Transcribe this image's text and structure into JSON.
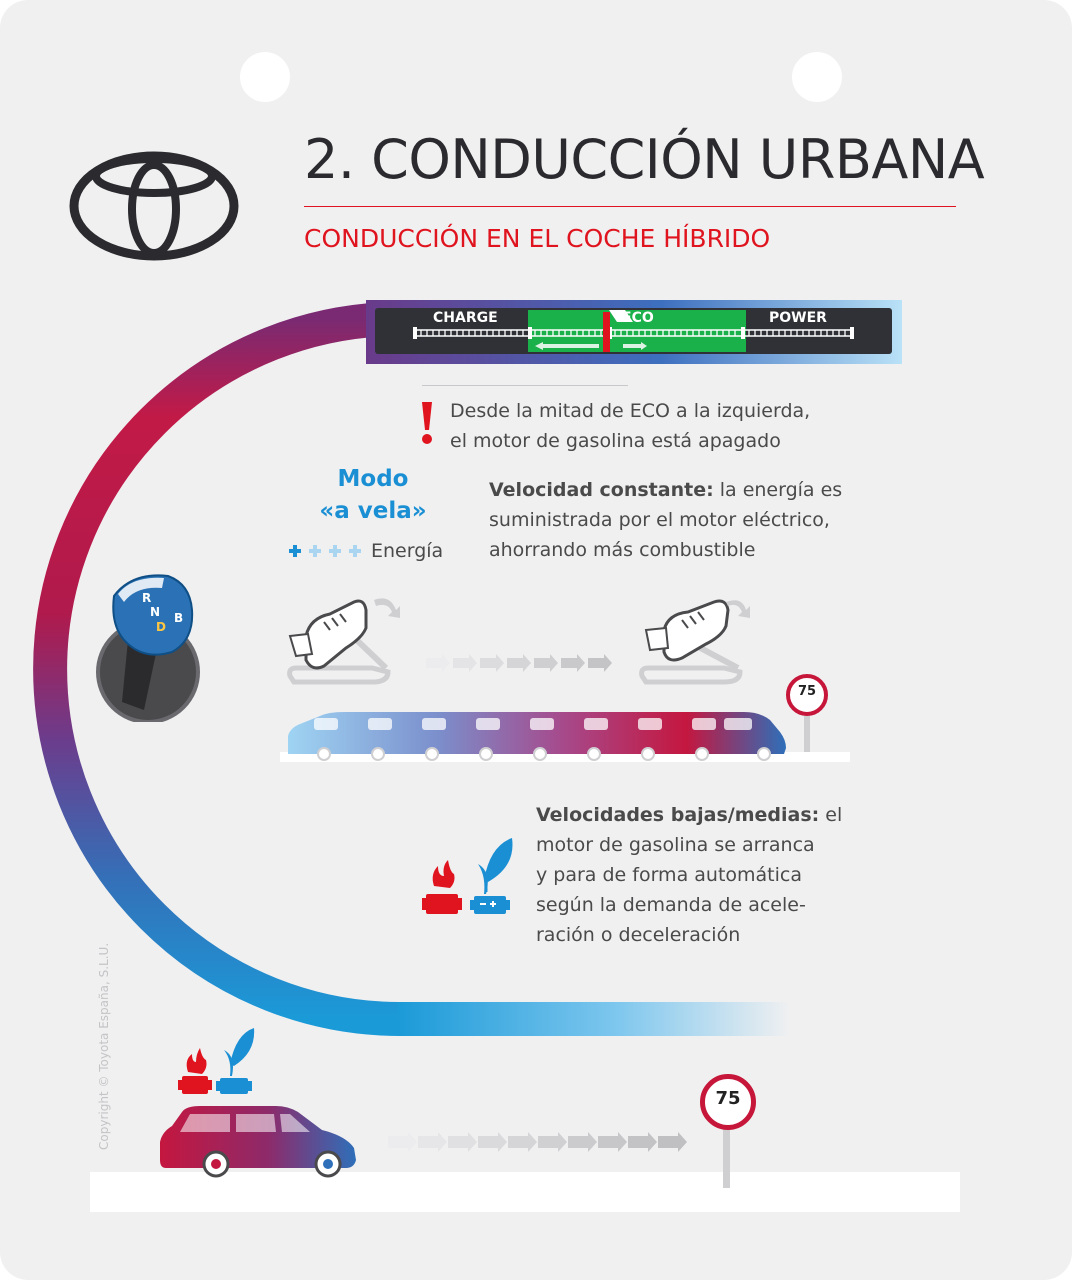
{
  "header": {
    "title": "2. CONDUCCIÓN URBANA",
    "subtitle": "CONDUCCIÓN EN EL COCHE HÍBRIDO"
  },
  "logo": {
    "icon": "toyota-logo-icon"
  },
  "gauge": {
    "charge_label": "CHARGE",
    "eco_label": "ECO",
    "power_label": "POWER"
  },
  "note": {
    "line1": "Desde la mitad de ECO a la izquierda,",
    "line2": "el motor de gasolina está apagado"
  },
  "mode": {
    "title_line1": "Modo",
    "title_line2": "«a vela»",
    "energy_label": "Energía"
  },
  "constant_speed": {
    "bold": "Velocidad constante:",
    "line1_rest": " la energía es",
    "line2": "suministrada por el motor eléctrico,",
    "line3": "ahorrando más combustible"
  },
  "low_speed": {
    "bold": "Velocidades bajas/medias:",
    "line1_rest": " el",
    "line2": "motor de gasolina se arranca",
    "line3": "y para de forma automática",
    "line4": "según la demanda de acele-",
    "line5": "ración o deceleración"
  },
  "signs": {
    "limit_top": "75",
    "limit_bottom": "75"
  },
  "gear": {
    "letters": [
      "R",
      "N",
      "D",
      "B"
    ]
  },
  "copyright": "Copyright © Toyota España, S.L.U.",
  "colors": {
    "red": "#e0141e",
    "blue": "#1b8fd3",
    "magenta": "#b01a4c",
    "purple": "#6c3c8c",
    "eco_green": "#1ab04a",
    "text": "#4a4a4a",
    "title": "#2b2b2f"
  }
}
